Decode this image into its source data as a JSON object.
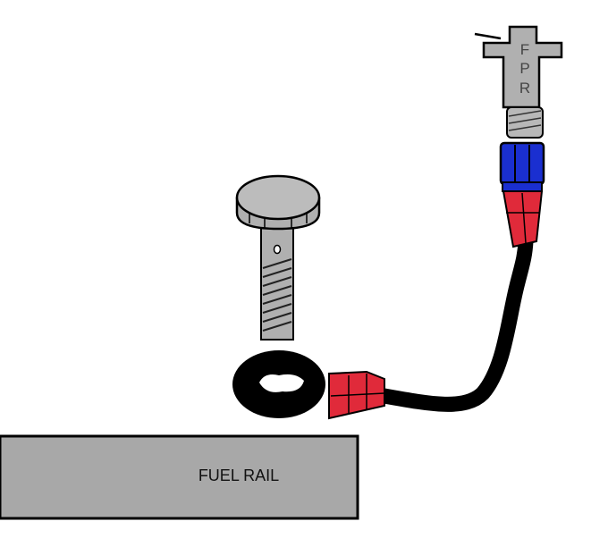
{
  "rail_label": "FUEL RAIL",
  "regulator_letters": [
    "F",
    "P",
    "R"
  ],
  "colors": {
    "rail_fill": "#a8a8a8",
    "part_gray": "#b0b0b0",
    "outline": "#000000",
    "hose_black": "#000000",
    "fitting_red": "#e02a3a",
    "fitting_blue": "#1a2fd0"
  }
}
